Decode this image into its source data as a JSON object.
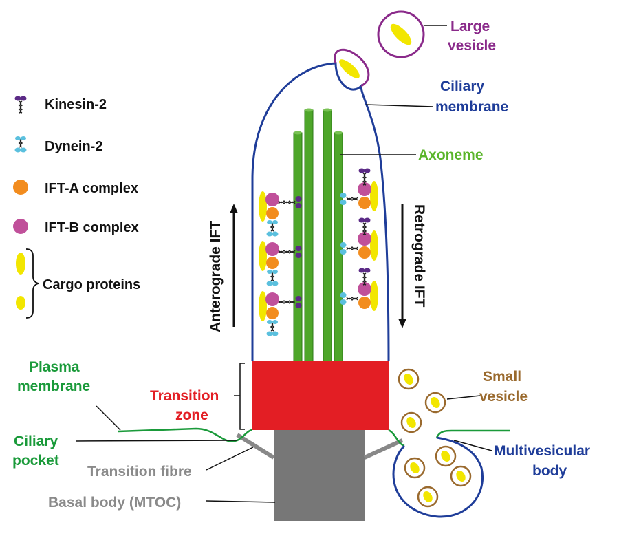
{
  "legend": {
    "kinesin": "Kinesin-2",
    "dynein": "Dynein-2",
    "ift_a": "IFT-A complex",
    "ift_b": "IFT-B complex",
    "cargo": "Cargo proteins"
  },
  "labels": {
    "large_vesicle_1": "Large",
    "large_vesicle_2": "vesicle",
    "ciliary_membrane_1": "Ciliary",
    "ciliary_membrane_2": "membrane",
    "axoneme": "Axoneme",
    "anterograde": "Anterograde IFT",
    "retrograde": "Retrograde IFT",
    "plasma_membrane_1": "Plasma",
    "plasma_membrane_2": "membrane",
    "transition_zone_1": "Transition",
    "transition_zone_2": "zone",
    "ciliary_pocket_1": "Ciliary",
    "ciliary_pocket_2": "pocket",
    "transition_fibre": "Transition fibre",
    "basal_body": "Basal body (MTOC)",
    "small_vesicle_1": "Small",
    "small_vesicle_2": "vesicle",
    "mvb_1": "Multivesicular",
    "mvb_2": "body"
  },
  "colors": {
    "membrane_blue": "#1f3d99",
    "axoneme_green": "#4ea62a",
    "plasma_green": "#1a9a3a",
    "transition_red": "#e31e24",
    "basal_gray": "#777777",
    "kinesin_purple": "#5b2a86",
    "dynein_cyan": "#5bc0de",
    "ift_a_orange": "#f28c1e",
    "ift_b_magenta": "#c0509a",
    "cargo_yellow": "#f2e600",
    "large_vesicle_purple": "#8a2a8a",
    "small_vesicle_brown": "#9a6a2e"
  }
}
